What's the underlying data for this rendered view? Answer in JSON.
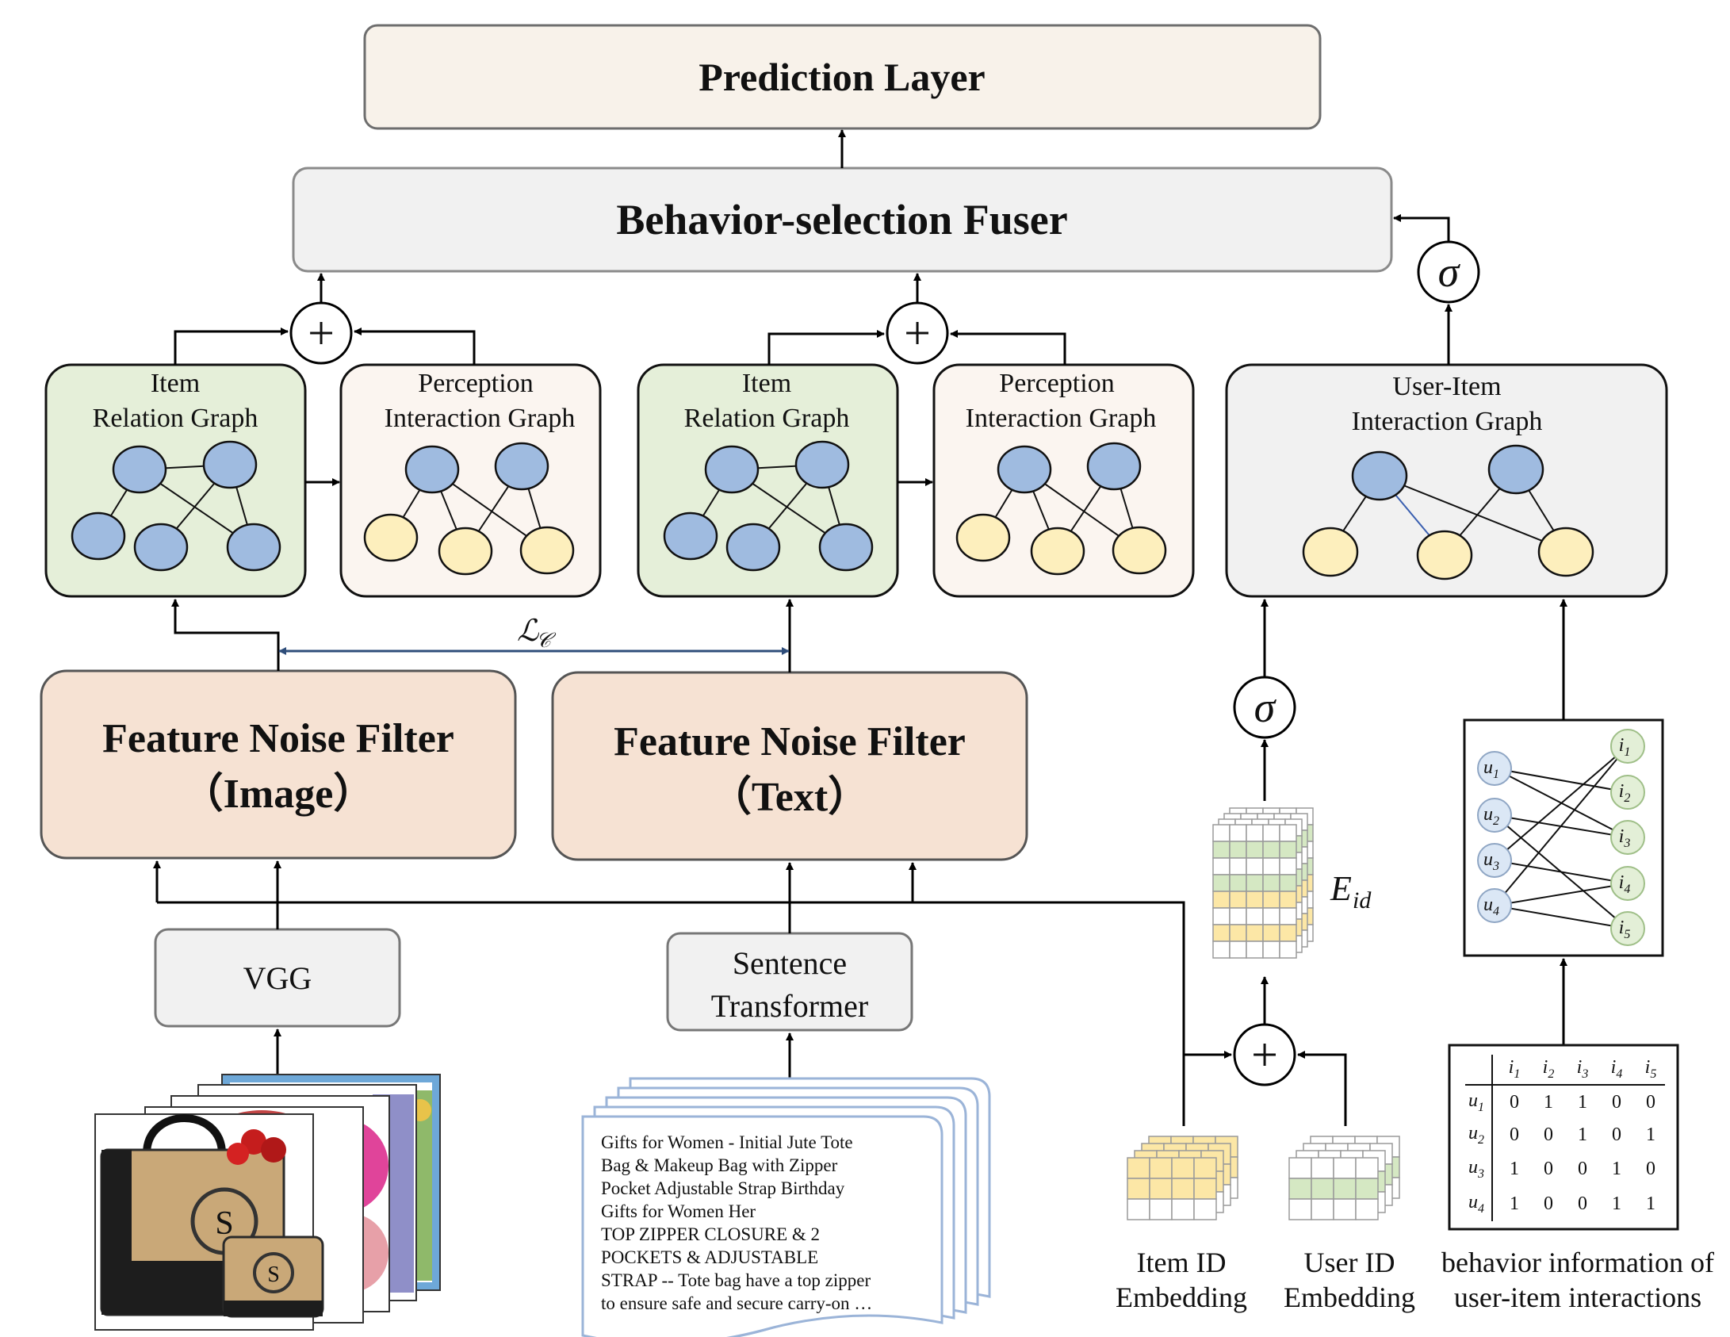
{
  "prediction_layer": "Prediction Layer",
  "fuser": "Behavior-selection Fuser",
  "graphs": {
    "item_relation_1": [
      "Item",
      "Relation Graph"
    ],
    "perception_1": [
      "Perception",
      "Interaction Graph"
    ],
    "item_relation_2": [
      "Item",
      "Relation Graph"
    ],
    "perception_2": [
      "Perception",
      "Interaction Graph"
    ],
    "user_item": [
      "User-Item",
      "Interaction Graph"
    ]
  },
  "filters": {
    "image": [
      "Feature Noise Filter",
      "（Image）"
    ],
    "text": [
      "Feature Noise Filter",
      "（Text）"
    ]
  },
  "encoders": {
    "vgg": "VGG",
    "sentence_transformer": [
      "Sentence",
      "Transformer"
    ]
  },
  "contrastive_loss": {
    "main": "ℒ",
    "sub": "𝒞"
  },
  "sigma": "σ",
  "plus": "+",
  "e_id": {
    "main": "E",
    "sub": "id"
  },
  "embeddings": {
    "item": [
      "Item ID",
      "Embedding"
    ],
    "user": [
      "User ID",
      "Embedding"
    ]
  },
  "behavior_caption": [
    "behavior information of",
    "user-item interactions"
  ],
  "product_text": [
    "Gifts for Women - Initial Jute Tote",
    "Bag & Makeup Bag with Zipper",
    "Pocket Adjustable Strap Birthday",
    "Gifts for Women Her",
    "TOP ZIPPER CLOSURE & 2",
    "POCKETS & ADJUSTABLE",
    "STRAP -- Tote bag have a top zipper",
    "to ensure safe and secure carry-on …"
  ],
  "product_image_letter": "S",
  "bipartite": {
    "users": [
      "u1",
      "u2",
      "u3",
      "u4"
    ],
    "items": [
      "i1",
      "i2",
      "i3",
      "i4",
      "i5"
    ]
  },
  "interaction_table": {
    "columns": [
      "i1",
      "i2",
      "i3",
      "i4",
      "i5"
    ],
    "rows": [
      {
        "user": "u1",
        "values": [
          "0",
          "1",
          "1",
          "0",
          "0"
        ]
      },
      {
        "user": "u2",
        "values": [
          "0",
          "0",
          "1",
          "0",
          "1"
        ]
      },
      {
        "user": "u3",
        "values": [
          "1",
          "0",
          "0",
          "1",
          "0"
        ]
      },
      {
        "user": "u4",
        "values": [
          "1",
          "0",
          "0",
          "1",
          "1"
        ]
      }
    ]
  },
  "colors": {
    "prediction_fill": "#f8f2ea",
    "fuser_fill": "#f1f1f1",
    "item_graph_fill": "#e5efd9",
    "perception_fill": "#fbf5f0",
    "user_item_fill": "#f1f1f1",
    "filter_fill": "#f6e2d3",
    "blue_node": "#9fbbe0",
    "yellow_node": "#fdefbd",
    "green_cell": "#d5e8c3",
    "yellow_cell": "#fce7a6",
    "loss_arrow": "#2e4d7a"
  }
}
